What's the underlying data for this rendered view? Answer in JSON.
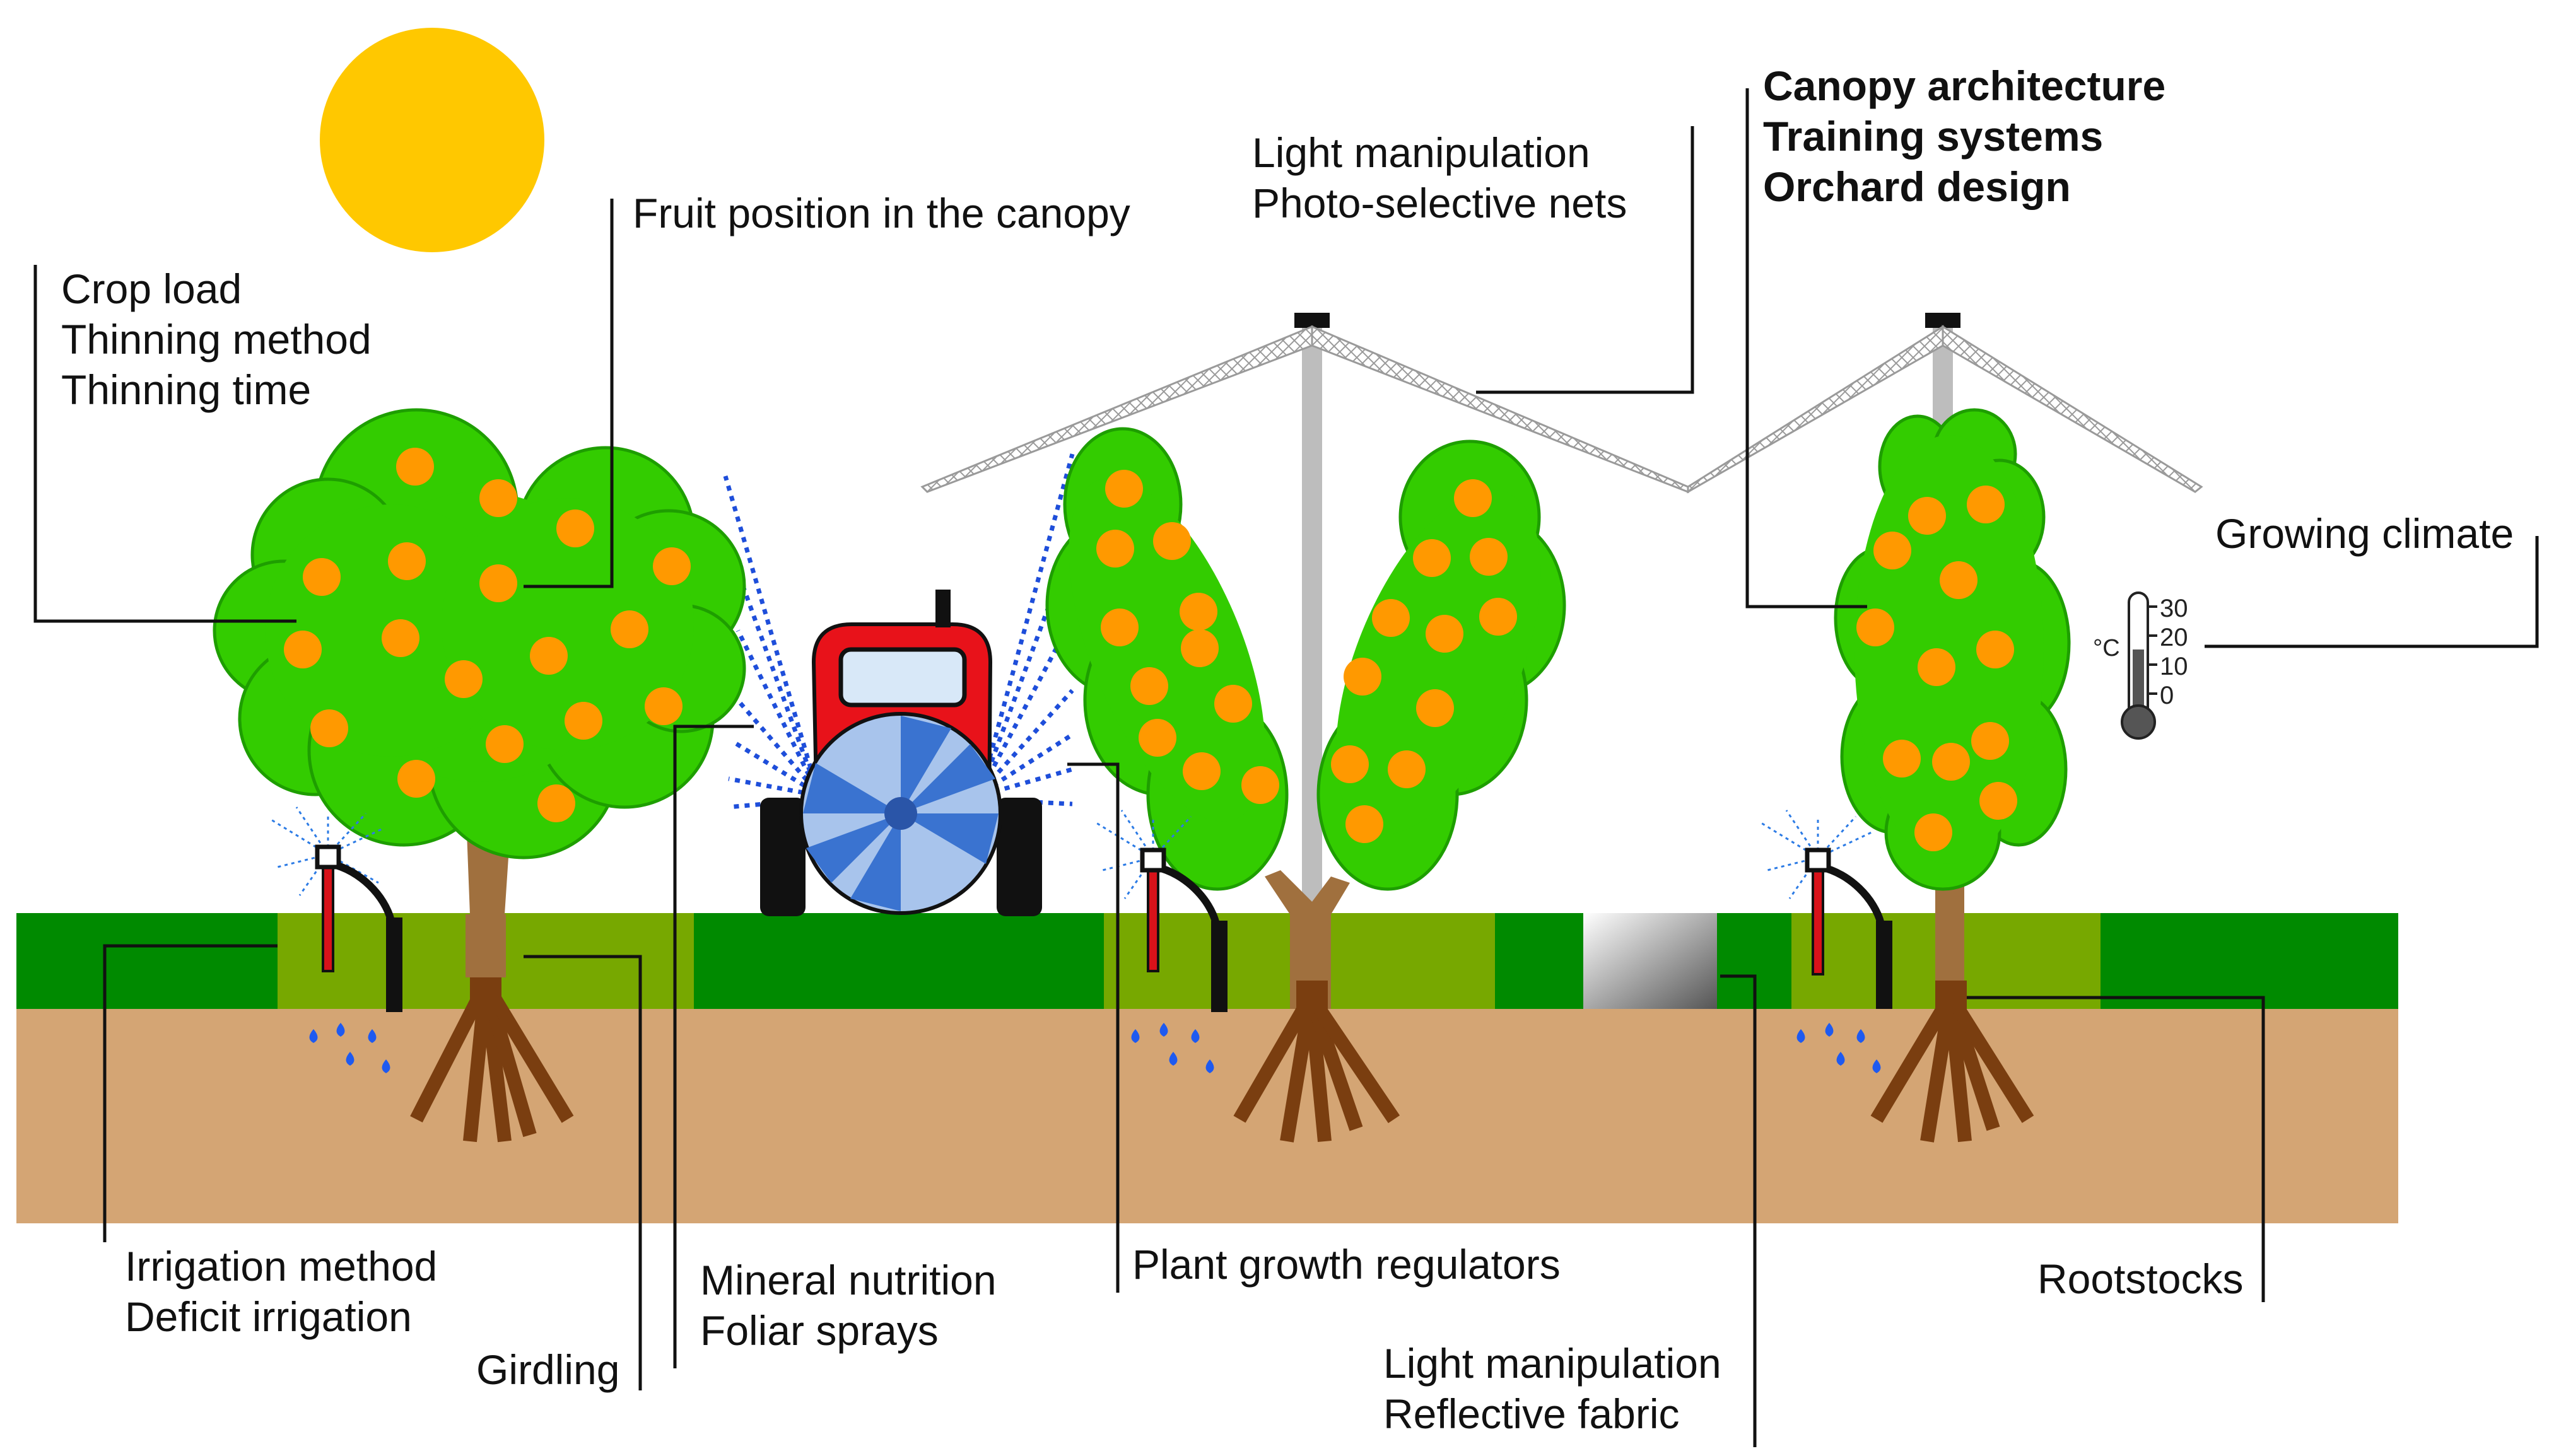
{
  "labels": {
    "crop": [
      "Crop load",
      "Thinning method",
      "Thinning time"
    ],
    "fruit_position": "Fruit position in the canopy",
    "light_nets": [
      "Light manipulation",
      "Photo-selective nets"
    ],
    "canopy": [
      "Canopy architecture",
      "Training systems",
      "Orchard design"
    ],
    "growing_climate": "Growing climate",
    "irrigation": [
      "Irrigation method",
      "Deficit irrigation"
    ],
    "girdling": "Girdling",
    "nutrition": [
      "Mineral nutrition",
      "Foliar sprays"
    ],
    "pgr": "Plant growth regulators",
    "light_fabric": [
      "Light manipulation",
      "Reflective fabric"
    ],
    "rootstocks": "Rootstocks"
  },
  "thermometer": {
    "unit": "°C",
    "ticks": [
      "30",
      "20",
      "10",
      "0"
    ]
  },
  "colors": {
    "sun": "#FFC800",
    "leaf": "#33CC00",
    "leaf_outline": "#1E9E00",
    "fruit": "#FF9900",
    "grass_dark": "#008A00",
    "grass_light": "#77A800",
    "soil": "#D4A574",
    "trunk": "#A0703E",
    "root": "#7A3E10",
    "tractor_red": "#E8121A",
    "water": "#1E5AF0",
    "net": "#BBBBBB",
    "pole": "#BDBDBD",
    "thermo": "#555555"
  }
}
